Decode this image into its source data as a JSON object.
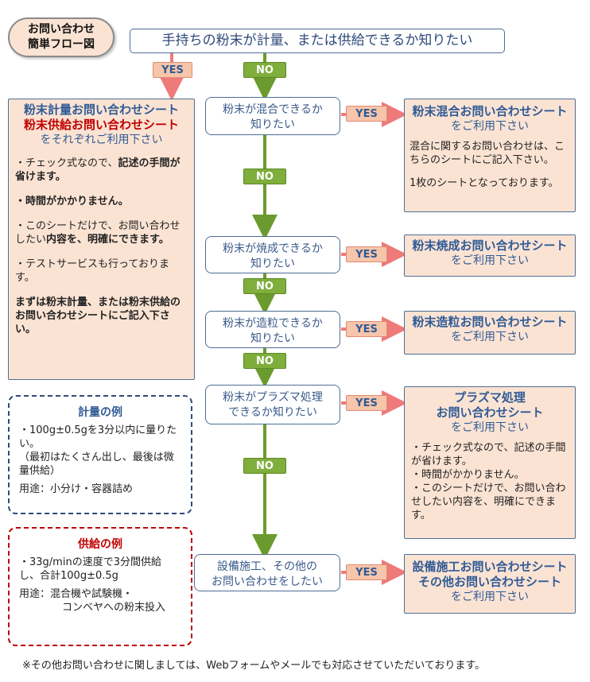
{
  "title_badge": {
    "line1": "お問い合わせ",
    "line2": "簡単フロー図"
  },
  "top_question": "手持ちの粉末が計量、または供給できるか知りたい",
  "yes_label": "YES",
  "no_label": "NO",
  "left_box": {
    "title1": "粉末計量お問い合わせシート",
    "title2": "粉末供給お問い合わせシート",
    "subtitle": "をそれぞれご利用下さい",
    "b1_pre": "・チェック式なので、",
    "b1_bold": "記述の手間が省けます。",
    "b2": "・時間がかかりません。",
    "b3_pre": "・このシートだけで、お問い合わせしたい",
    "b3_bold": "内容を、明確にできます。",
    "b4": "・テストサービスも行っております。",
    "closing": "まずは粉末計量、または粉末供給のお問い合わせシートにご記入下さい。"
  },
  "weigh_example": {
    "title": "計量の例",
    "line1": "・100g±0.5gを3分以内に量りたい。",
    "line2": "（最初はたくさん出し、最後は微量供給）",
    "usage": "用途：小分け・容器詰め"
  },
  "supply_example": {
    "title": "供給の例",
    "line1": "・33g/minの速度で3分間供給し、合計100g±0.5g",
    "usage1": "用途：混合機や試験機・",
    "usage2": "コンベヤへの粉末投入"
  },
  "questions": [
    {
      "line1": "粉末が混合できるか",
      "line2": "知りたい"
    },
    {
      "line1": "粉末が焼成できるか",
      "line2": "知りたい"
    },
    {
      "line1": "粉末が造粒できるか",
      "line2": "知りたい"
    },
    {
      "line1": "粉末がプラズマ処理",
      "line2": "できるか知りたい"
    },
    {
      "line1": "設備施工、その他の",
      "line2": "お問い合わせをしたい"
    }
  ],
  "answers": {
    "mix": {
      "title": "粉末混合お問い合わせシート",
      "sub": "をご利用下さい",
      "body1": "混合に関するお問い合わせは、こちらのシートにご記入下さい。",
      "body2": "1枚のシートとなっております。"
    },
    "fire": {
      "title": "粉末焼成お問い合わせシート",
      "sub": "をご利用下さい"
    },
    "granulate": {
      "title": "粉末造粒お問い合わせシート",
      "sub": "をご利用下さい"
    },
    "plasma": {
      "title1": "プラズマ処理",
      "title2": "お問い合わせシート",
      "sub": "をご利用下さい",
      "b1": "・チェック式なので、記述の手間が省けます。",
      "b2": "・時間がかかりません。",
      "b3": "・このシートだけで、お問い合わせしたい内容を、明確にできます。"
    },
    "facility": {
      "title1": "設備施工お問い合わせシート",
      "title2": "その他お問い合わせシート",
      "sub": "をご利用下さい"
    }
  },
  "footnote": "※その他お問い合わせに関しましては、Webフォームやメールでも対応させていただいております。",
  "colors": {
    "yes_arrow": "#ef7a7a",
    "no_arrow": "#6b9b2e",
    "box_border": "#4f6d96",
    "answer_fill": "#fbe3d3"
  }
}
